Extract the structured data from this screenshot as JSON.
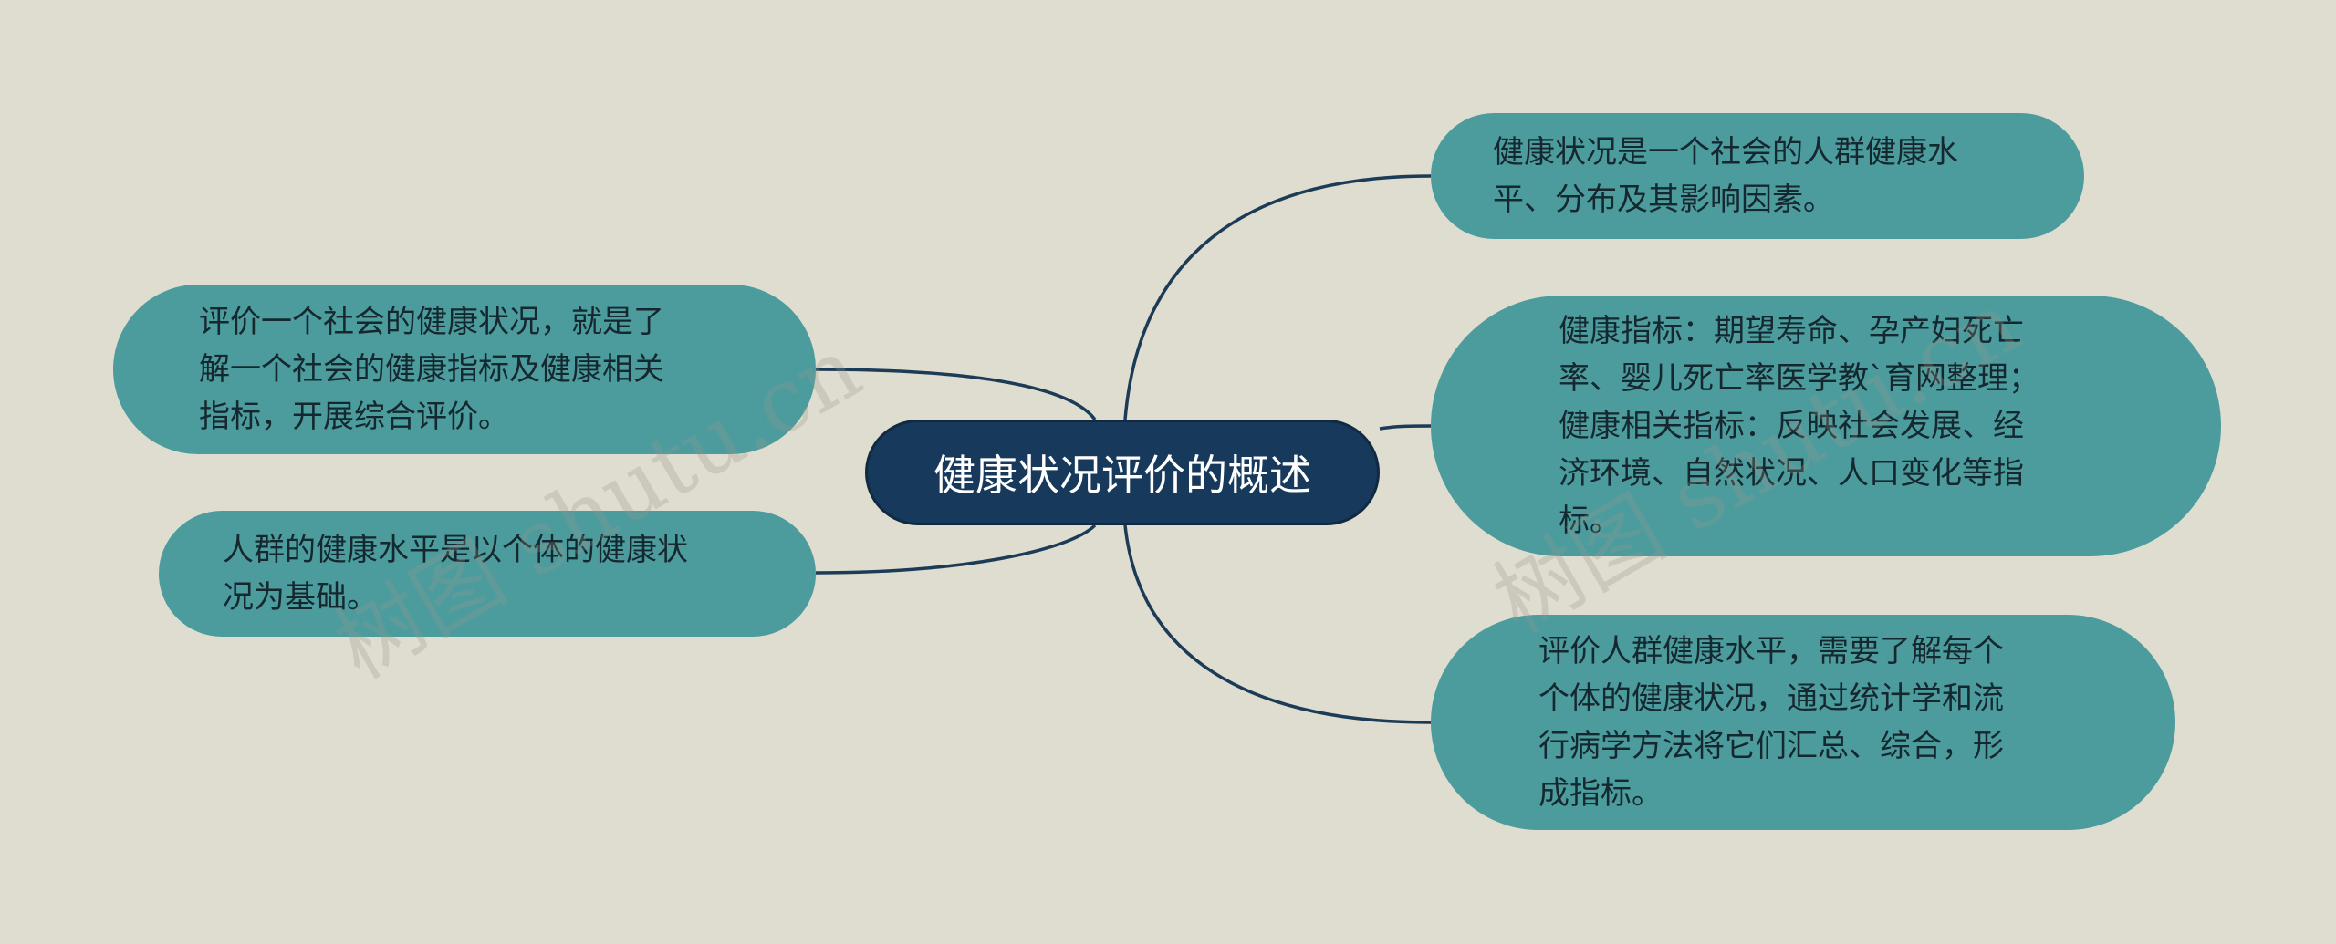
{
  "diagram": {
    "center": "健康状况评价的概述",
    "right_nodes": [
      "健康状况是一个社会的人群健康水\n平、分布及其影响因素。",
      "健康指标：期望寿命、孕产妇死亡\n率、婴儿死亡率医学教`育网整理；\n健康相关指标：反映社会发展、经\n济环境、自然状况、人口变化等指\n标。",
      "评价人群健康水平，需要了解每个\n个体的健康状况，通过统计学和流\n行病学方法将它们汇总、综合，形\n成指标。"
    ],
    "left_nodes": [
      "评价一个社会的健康状况，就是了\n解一个社会的健康指标及健康相关\n指标，开展综合评价。",
      "人群的健康水平是以个体的健康状\n况为基础。"
    ]
  },
  "watermarks": [
    "树图 shutu.cn",
    "树图 shutu.cn"
  ],
  "colors": {
    "background": "#deddcf",
    "node_fill": "#4c9c9e",
    "center_fill": "#173a5c",
    "connector": "#1c3b57"
  }
}
